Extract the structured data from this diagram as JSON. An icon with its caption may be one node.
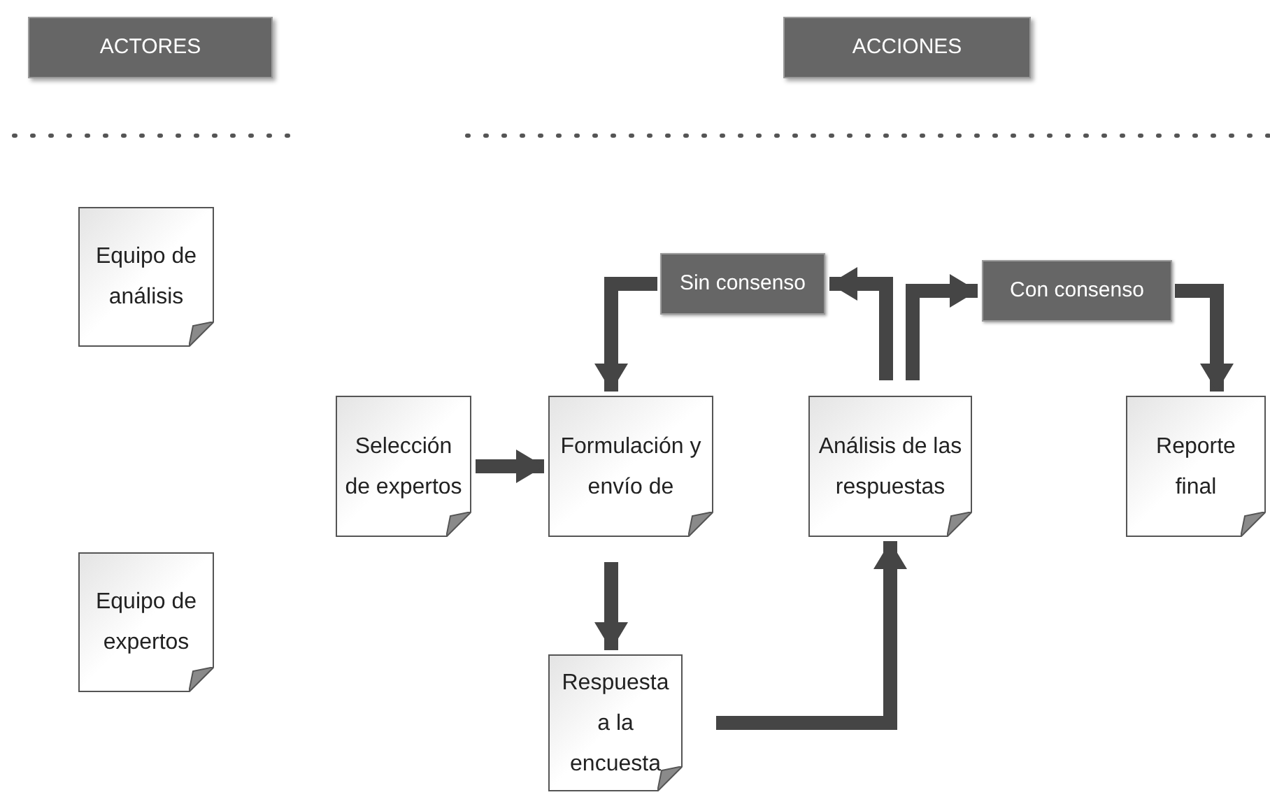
{
  "diagram": {
    "nodes": [
      {
        "text": [
          "ACTORES"
        ]
      },
      {
        "text": [
          "ACCIONES"
        ]
      },
      {
        "text": [
          "Equipo de análisis"
        ]
      },
      {
        "text": [
          "Equipo de expertos"
        ]
      },
      {
        "text": [
          "Selección de expertos"
        ]
      },
      {
        "text": [
          "Formulación y envío de"
        ]
      },
      {
        "text": [
          "Análisis de las respuestas"
        ]
      },
      {
        "text": [
          "Reporte final"
        ]
      },
      {
        "text": [
          "Respuesta a la encuesta"
        ]
      },
      {
        "text": [
          "Sin consenso"
        ]
      },
      {
        "text": [
          "Con consenso"
        ]
      }
    ],
    "edges": [
      {
        "from": 4,
        "to": 5,
        "arrow": "to"
      },
      {
        "from": 5,
        "to": 8,
        "arrow": "to"
      },
      {
        "from": 8,
        "to": 6,
        "arrow": "to"
      },
      {
        "from": 6,
        "to": 9,
        "arrow": "to"
      },
      {
        "from": 9,
        "to": 5,
        "arrow": "to"
      },
      {
        "from": 6,
        "to": 10,
        "arrow": "to"
      },
      {
        "from": 10,
        "to": 7,
        "arrow": "to"
      }
    ]
  }
}
